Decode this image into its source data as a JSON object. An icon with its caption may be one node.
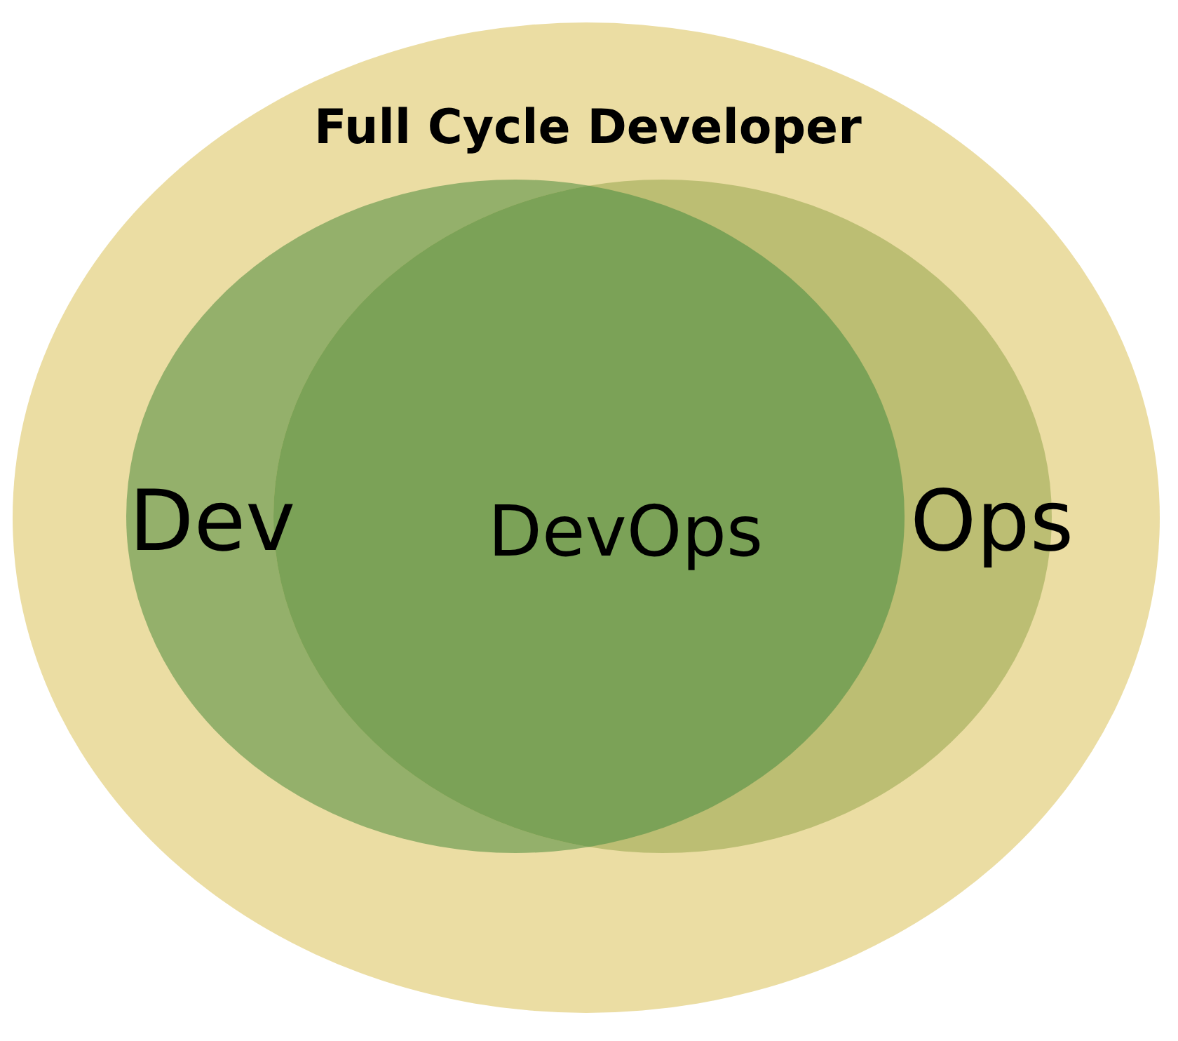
{
  "diagram": {
    "nodes": [
      {
        "text": [
          "Full Cycle Developer"
        ]
      },
      {
        "text": [
          "Dev"
        ],
        "in": 0
      },
      {
        "text": [
          "Ops"
        ],
        "in": 0
      }
    ],
    "labels": [
      "DevOps"
    ]
  }
}
